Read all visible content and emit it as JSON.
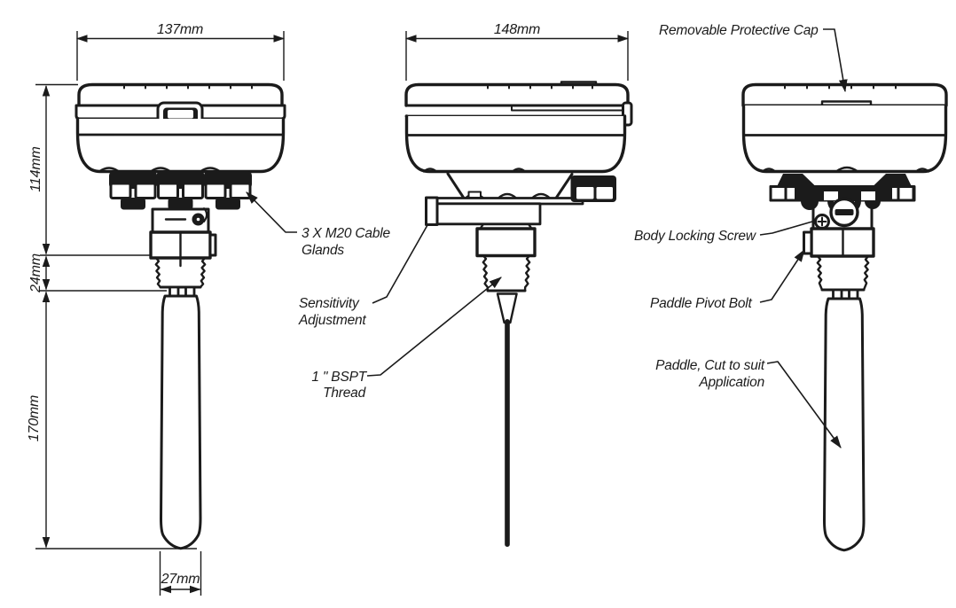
{
  "drawing": {
    "background": "#ffffff",
    "line_color": "#1b1b1b"
  },
  "dimensions": {
    "front_width": "137mm",
    "side_width": "148mm",
    "body_height": "114mm",
    "thread_length": "24mm",
    "paddle_length": "170mm",
    "paddle_width": "27mm"
  },
  "callouts": {
    "cable_glands": {
      "line1": "3 X M20 Cable",
      "line2": "Glands"
    },
    "sensitivity_adjustment": {
      "line1": "Sensitivity",
      "line2": "Adjustment"
    },
    "bspt_thread": {
      "line1": "1 \" BSPT",
      "line2": "Thread"
    },
    "protective_cap": {
      "text": "Removable Protective Cap"
    },
    "body_locking_screw": {
      "text": "Body Locking Screw"
    },
    "paddle_pivot_bolt": {
      "text": "Paddle Pivot Bolt"
    },
    "paddle_cut": {
      "line1": "Paddle, Cut to suit",
      "line2": "Application"
    }
  }
}
